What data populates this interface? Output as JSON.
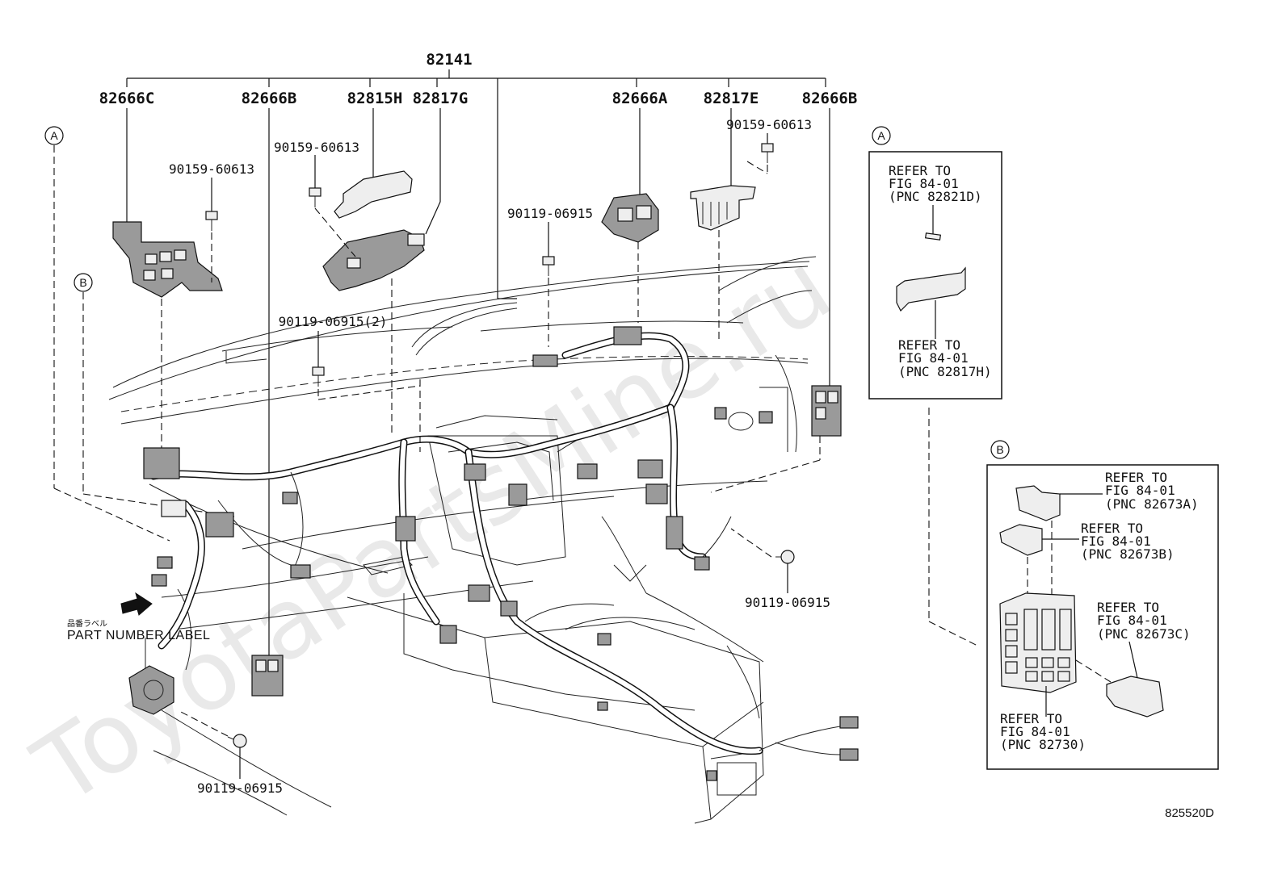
{
  "watermark": "ToyotaPartsMine.ru",
  "main_part": "82141",
  "top_labels": {
    "p1": "82666C",
    "p2": "82666B",
    "p3": "82815H",
    "p4": "82817G",
    "p5": "82666A",
    "p6": "82817E",
    "p7": "82666B"
  },
  "bolts": {
    "b1": "90159-60613",
    "b2": "90159-60613",
    "b3": "90159-60613",
    "b4": "90119-06915",
    "b5": "90119-06915(2)",
    "b6": "90119-06915",
    "b7": "90119-06915"
  },
  "callouts": {
    "a": "A",
    "b": "B"
  },
  "part_number_label": {
    "jp": "品番ラベル",
    "en": "PART NUMBER LABEL"
  },
  "box_a": {
    "marker": "A",
    "ref1": [
      "REFER TO",
      "FIG 84-01",
      "(PNC 82821D)"
    ],
    "ref2": [
      "REFER TO",
      "FIG 84-01",
      "(PNC 82817H)"
    ]
  },
  "box_b": {
    "marker": "B",
    "ref1": [
      "REFER TO",
      "FIG 84-01",
      "(PNC 82673A)"
    ],
    "ref2": [
      "REFER TO",
      "FIG 84-01",
      "(PNC 82673B)"
    ],
    "ref3": [
      "REFER TO",
      "FIG 84-01",
      "(PNC 82673C)"
    ],
    "ref4": [
      "REFER TO",
      "FIG 84-01",
      "(PNC 82730)"
    ]
  },
  "figure_code": "825520D"
}
